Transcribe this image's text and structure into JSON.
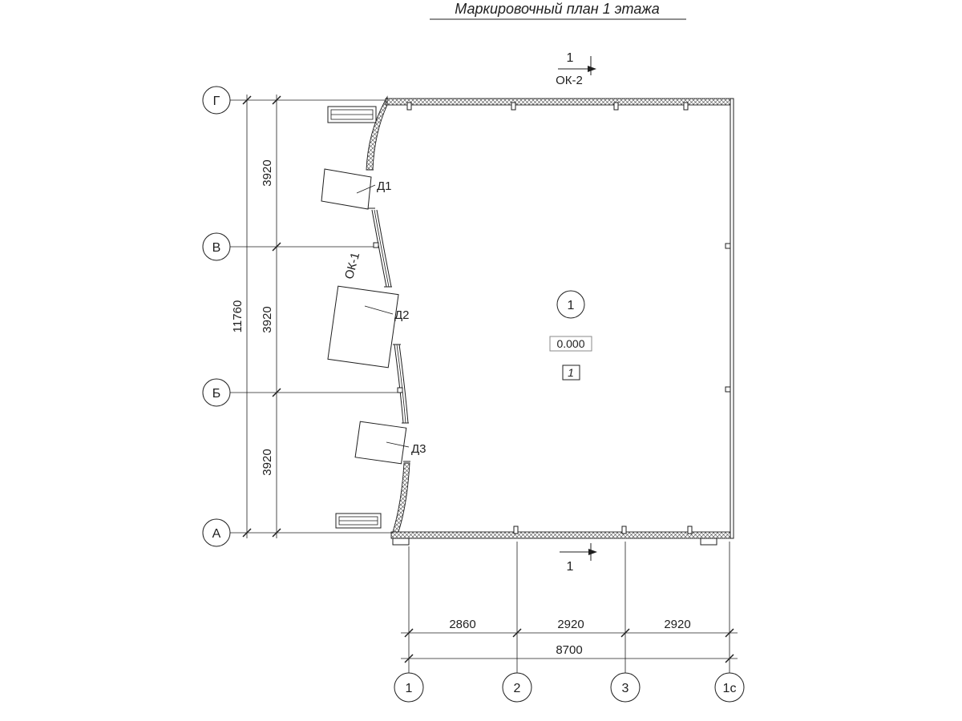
{
  "title": "Маркировочный план 1 этажа",
  "rows": [
    "Г",
    "В",
    "Б",
    "А"
  ],
  "cols": [
    "1",
    "2",
    "3",
    "1с"
  ],
  "dims": {
    "left": [
      "3920",
      "3920",
      "3920"
    ],
    "left_total": "11760",
    "bottom": [
      "2860",
      "2920",
      "2920"
    ],
    "bottom_total": "8700"
  },
  "marks": {
    "doors": [
      "Д1",
      "Д2",
      "Д3"
    ],
    "window_left": "ОК-1",
    "window_top": "ОК-2",
    "section_top": "1",
    "section_bottom": "1",
    "room_number": "1",
    "elevation": "0.000",
    "room_tag": "1"
  },
  "colors": {
    "line": "#1f1f1f"
  }
}
